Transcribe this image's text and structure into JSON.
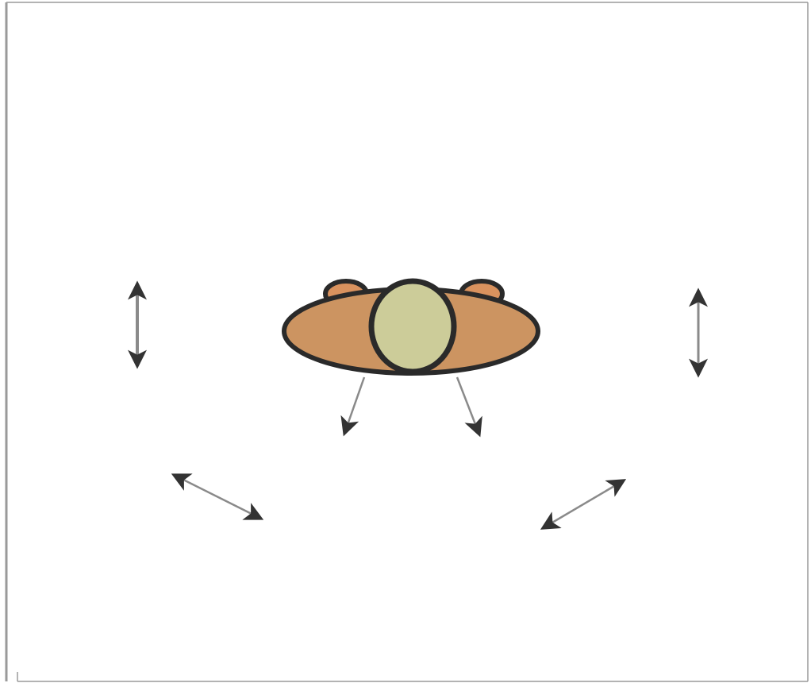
{
  "diagram": {
    "background_color": "#ffffff",
    "frame_color": "#9a9a9a",
    "outline_color": "#2a2a2a",
    "arrow_color": "#333333",
    "arrow_shaft_color": "#8a8a8a",
    "body_color": "#cc9461",
    "center_color": "#cccc99",
    "ear_color": "#d9925e",
    "elements": {
      "figure": "top-view-figure",
      "arrows": [
        {
          "name": "left-vertical-double-arrow",
          "kind": "double"
        },
        {
          "name": "right-vertical-double-arrow",
          "kind": "double"
        },
        {
          "name": "lower-left-diagonal-double-arrow",
          "kind": "double"
        },
        {
          "name": "lower-right-diagonal-double-arrow",
          "kind": "double"
        },
        {
          "name": "center-left-down-arrow",
          "kind": "single"
        },
        {
          "name": "center-right-down-arrow",
          "kind": "single"
        }
      ]
    }
  }
}
